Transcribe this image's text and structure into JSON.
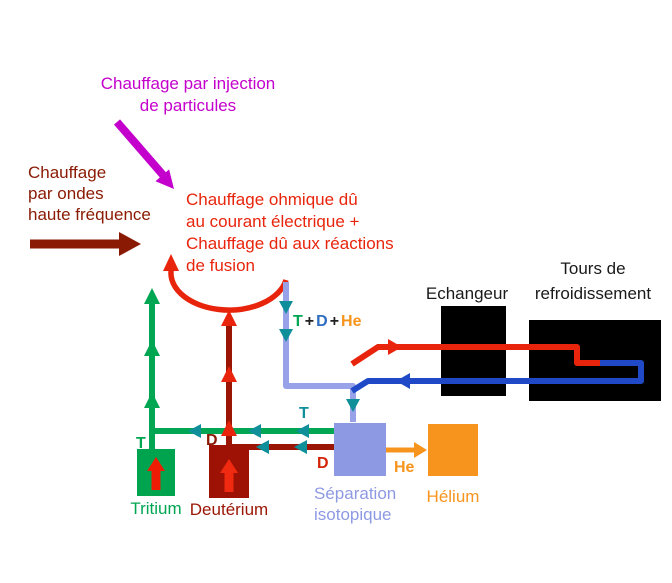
{
  "diagram": {
    "heating": {
      "injection": {
        "line1": "Chauffage par injection",
        "line2": "de particules"
      },
      "waves": {
        "line1": "Chauffage",
        "line2": "par ondes",
        "line3": "haute fréquence"
      },
      "ohmic": {
        "line1": "Chauffage ohmique dû",
        "line2": "au courant électrique +",
        "line3": "Chauffage dû aux réactions",
        "line4": "de fusion"
      }
    },
    "cooling": {
      "exchanger": "Echangeur",
      "towers_line1": "Tours de",
      "towers_line2": "refroidissement"
    },
    "flows": {
      "mix": {
        "t": "T",
        "plus1": "+",
        "d": "D",
        "plus2": "+",
        "he": "He"
      },
      "t_mid": "T",
      "t_left": "T",
      "d_left": "D",
      "d_right": "D",
      "he": "He"
    },
    "storage": {
      "tritium": "Tritium",
      "deuterium": "Deutérium",
      "separation_line1": "Séparation",
      "separation_line2": "isotopique",
      "helium": "Hélium"
    },
    "colors": {
      "magenta": "#c400cc",
      "dark_red": "#8a1a03",
      "red": "#e8250c",
      "green": "#00a651",
      "teal": "#0e8f99",
      "blue": "#1f49c7",
      "periwinkle": "#8e99e3",
      "orange": "#f7941d",
      "black": "#000000",
      "background": "#ffffff"
    }
  }
}
